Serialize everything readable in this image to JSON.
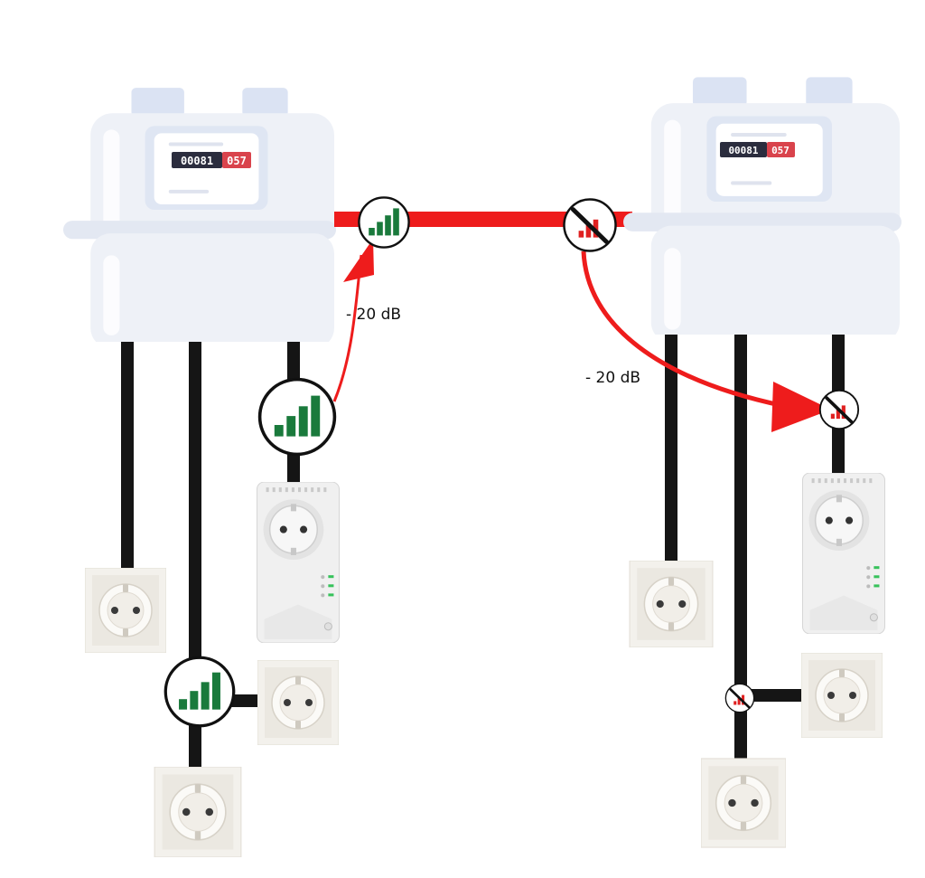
{
  "colors": {
    "signal_good": "#1a7a3c",
    "signal_bad": "#e02020",
    "arrow": "#ee1c1c",
    "cable": "#151515",
    "meter_body": "#eef1f7",
    "meter_cap": "#dbe3f3",
    "socket_plate": "#f3f1ec"
  },
  "meters": [
    {
      "name": "left-meter",
      "reading_black": "00081",
      "reading_red": "057"
    },
    {
      "name": "right-meter",
      "reading_black": "00081",
      "reading_red": "057"
    }
  ],
  "annotations": {
    "left_attenuation": "- 20 dB",
    "right_attenuation": "- 20 dB"
  },
  "signal_badges": [
    {
      "name": "signal-strong-left-meter-output",
      "status": "good"
    },
    {
      "name": "signal-strong-adapter-left",
      "status": "good"
    },
    {
      "name": "signal-strong-left-branch",
      "status": "good"
    },
    {
      "name": "signal-blocked-right-meter-input",
      "status": "blocked"
    },
    {
      "name": "signal-blocked-adapter-right",
      "status": "blocked"
    },
    {
      "name": "signal-blocked-right-branch",
      "status": "blocked"
    }
  ],
  "icons": {
    "signal": "signal-bars-icon",
    "blocked": "signal-blocked-icon",
    "socket": "power-socket-icon",
    "adapter": "powerline-adapter-icon",
    "meter": "utility-meter-icon"
  }
}
